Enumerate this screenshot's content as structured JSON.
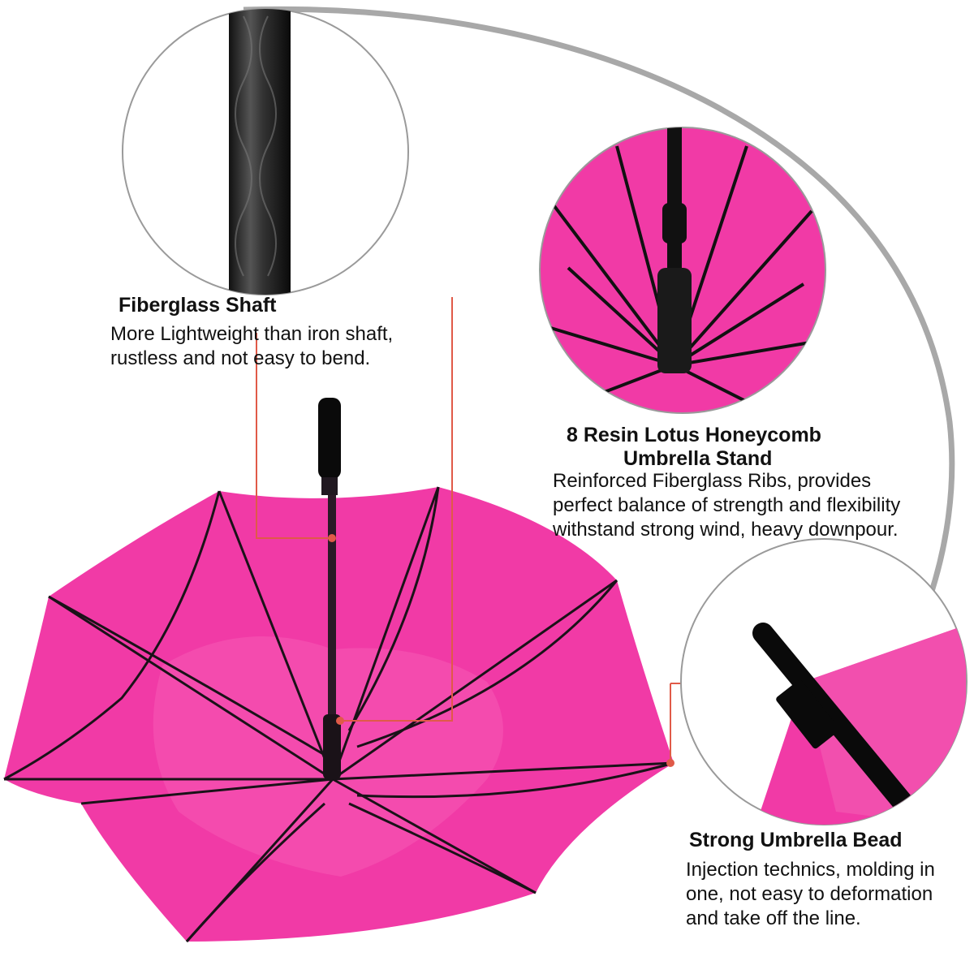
{
  "colors": {
    "canopy": "#f13aa6",
    "canopy_light": "#f55ab5",
    "rib": "#1a1218",
    "shaft": "#2a1a26",
    "connector": "#e05a48",
    "circle_border": "#9a9a9a"
  },
  "features": [
    {
      "title": "Fiberglass Shaft",
      "description_lines": [
        "More Lightweight than iron shaft,",
        "rustless and not easy to bend."
      ]
    },
    {
      "title_lines": [
        "8 Resin Lotus Honeycomb",
        "Umbrella Stand"
      ],
      "description_lines": [
        "Reinforced Fiberglass Ribs, provides",
        "perfect balance of strength and flexibility",
        "withstand strong wind, heavy downpour."
      ]
    },
    {
      "title": "Strong Umbrella Bead",
      "description_lines": [
        "Injection technics, molding in",
        "one, not easy to deformation",
        "and take off the line."
      ]
    }
  ]
}
